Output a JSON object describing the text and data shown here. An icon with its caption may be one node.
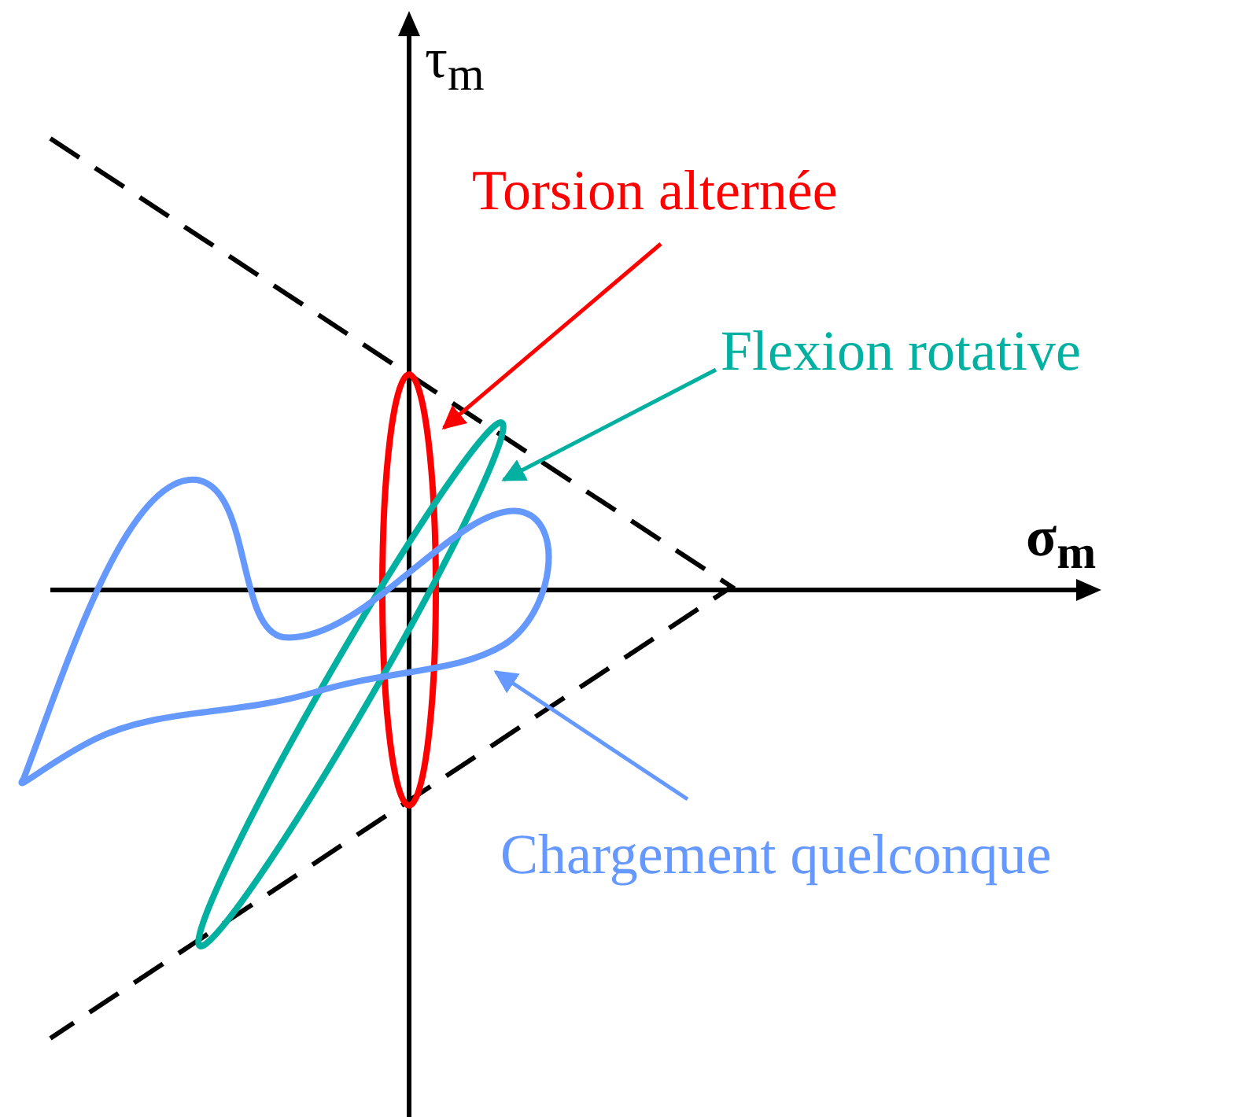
{
  "diagram": {
    "nodes": [
      {
        "text": [
          "Torsion alternée"
        ]
      },
      {
        "text": [
          "Flexion rotative"
        ]
      },
      {
        "text": [
          "Chargement quelconque"
        ]
      },
      {
        "text": [],
        "shape": "ellipse"
      },
      {
        "text": [],
        "shape": "ellipse"
      },
      {
        "text": [],
        "shape": "curve"
      }
    ],
    "edges": [
      {
        "from": 0,
        "to": 3,
        "arrow": "to",
        "color": "#ff0000"
      },
      {
        "from": 1,
        "to": 4,
        "arrow": "to",
        "color": "#00b0a0"
      },
      {
        "from": 2,
        "to": 5,
        "arrow": "to",
        "color": "#6699ff"
      }
    ],
    "labels": [
      "τ$_{m}$",
      "σ$_{m}$"
    ]
  }
}
